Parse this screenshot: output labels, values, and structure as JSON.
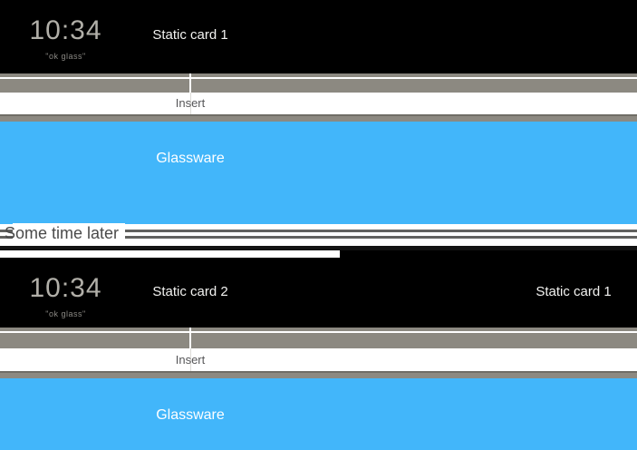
{
  "frames": [
    {
      "clock_time": "10:34",
      "clock_hint": "\"ok glass\"",
      "center_label": "Static card 1",
      "insert_label": "Insert",
      "glassware_label": "Glassware"
    },
    {
      "clock_time": "10:34",
      "clock_hint": "\"ok glass\"",
      "center_label": "Static card 2",
      "right_label": "Static card 1",
      "insert_label": "Insert",
      "glassware_label": "Glassware"
    }
  ],
  "divider": {
    "label": "Some time later"
  },
  "colors": {
    "card_black": "#000000",
    "bar_gray": "#8c8981",
    "bar_gray_edge": "#6f6d66",
    "accent_blue": "#42b6fa",
    "divider_line_gray": "#61615f",
    "divider_bar_black": "#131313",
    "clock_text": "#b1afa8",
    "ok_glass_text": "#8b8984",
    "card_label_text": "#f2f2f0",
    "insert_text": "#565658",
    "later_text": "#4a4a4a"
  }
}
